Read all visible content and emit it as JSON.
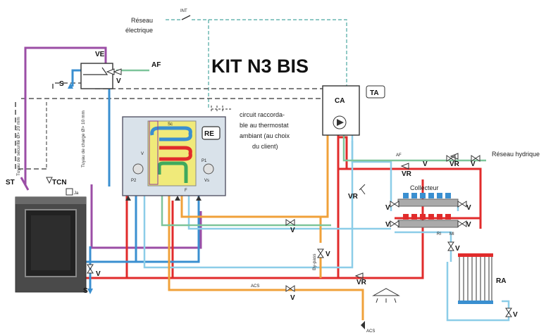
{
  "title": "KIT N3 BIS",
  "labels": {
    "int": "INT",
    "reseau_elec_1": "Réseau",
    "reseau_elec_2": "électrique",
    "ve": "VE",
    "af_top": "AF",
    "s_top": "S",
    "v_top": "V",
    "tuyau_securite": "Tuyau de sécurité Ø> 20 mm",
    "tuyau_charge": "Tuyau de charge Ø> 10 mm",
    "st": "ST",
    "tcn": "TCN",
    "ja": "Ja",
    "s_bottom": "S",
    "v_bottom": "V",
    "ca": "CA",
    "ta": "TA",
    "re": "RE",
    "circuit_1": "circuit raccorda-",
    "circuit_2": "ble au thermostat",
    "circuit_3": "ambiant (au choix",
    "circuit_4": "du client)",
    "sc": "Sc",
    "p1": "P1",
    "p2": "P2",
    "v_left": "V",
    "vs": "Vs",
    "f": "F",
    "af_right": "AF",
    "reseau_hydrique": "Réseau hydrique",
    "vr_1": "VR",
    "vr_2": "VR",
    "vr_3": "VR",
    "vr_4": "VR",
    "v_r1": "V",
    "v_r2": "V",
    "collecteur": "Collecteur",
    "v_coll1": "V",
    "v_coll2": "V",
    "v_coll3": "V",
    "v_coll4": "V",
    "ri": "RI",
    "mi": "MI",
    "v_ri": "V",
    "ra": "RA",
    "v_ra": "V",
    "bypass": "By-pass",
    "v_bypass": "V",
    "v_mid": "V",
    "acs_pipe": "ACS",
    "v_acs": "V",
    "acs_out": "ACS"
  },
  "colors": {
    "hot_red": "#e12b2b",
    "cold_blue": "#3a8fd0",
    "light_blue": "#8ccde8",
    "orange": "#f0a13a",
    "green": "#7dc59a",
    "purple": "#9b4ea6",
    "dashed_gray": "#555555",
    "dashed_teal": "#4aa6a0"
  }
}
